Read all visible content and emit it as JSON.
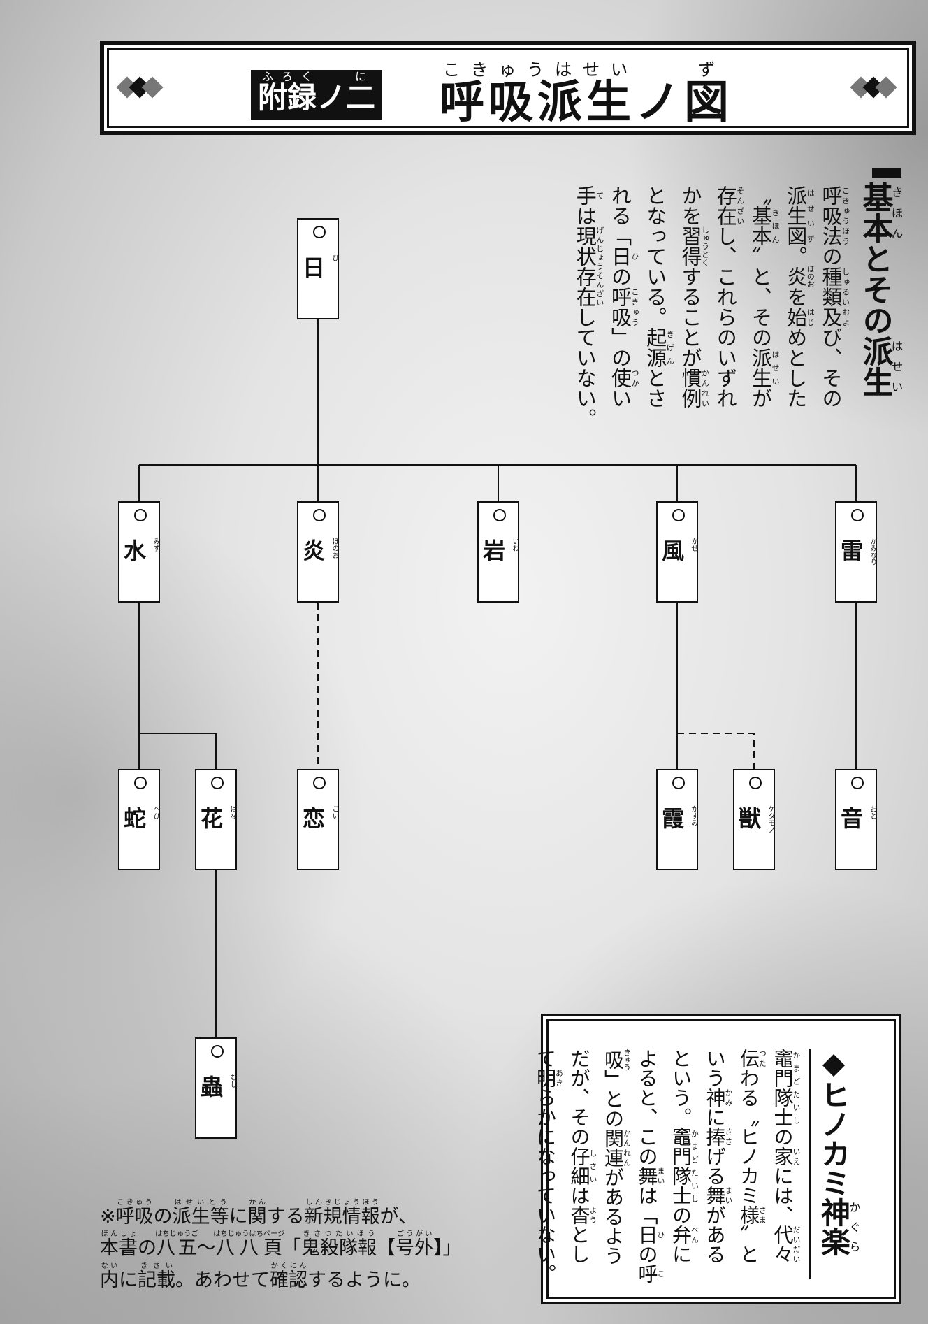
{
  "title": {
    "subtitle": "附録{ふろく}ノ二{に}",
    "main": "呼吸派生{こきゅうはせい}ノ図{ず}"
  },
  "section1": {
    "heading": "基本{きほん}とその派生{はせい}",
    "lines": [
      "呼吸法{こきゅうほう}の種類及{しゅるいおよ}び、その",
      "派生図{はせいず}。炎{ほのお}を始{はじ}めとした",
      "〝基本{きほん}〟と、その派生{はせい}が",
      "存在{そんざい}し、これらのいずれ",
      "かを習得{しゅうとく}することが慣例{かんれい}",
      "となっている。起源{きげん}とさ",
      "れる「日{ひ}の呼吸{こきゅう}」の使{つか}い",
      "手{て}は現状存在{げんじょうそんざい}していない。"
    ]
  },
  "section2": {
    "heading": "◆ヒノカミ神楽{かぐら}",
    "lines": [
      "竈門隊士{かまどたいし}の家{いえ}には、代々{だいだい}",
      "伝{つた}わる〝ヒノカミ様{さま}〟と",
      "いう神{かみ}に捧{ささ}げる舞{まい}がある",
      "という。竈門隊士{かまどたいし}の弁{べん}に",
      "よると、この舞{まい}は「日{ひ}の呼{こ}",
      "吸{きゅう}」との関連{かんれん}があるよう",
      "だが、その仔細{しさい}は杳{よう}とし",
      "て明{あき}らかになっていない。"
    ]
  },
  "footnote": {
    "lines": [
      "※呼吸{こきゅう}の派生等{はせいとう}に関{かん}する新規情報{しんきじょうほう}が、",
      "本書{ほんしょ}の八五{はちじゅうご}〜八八頁{はちじゅうはちページ}「鬼殺隊報{きさつたいほう}【号外{ごうがい}】」",
      "内{ない}に記載{きさい}。あわせて確認{かくにん}するように。"
    ]
  },
  "tree": {
    "sun": {
      "kanji": "日",
      "furigana": "ひ"
    },
    "water": {
      "kanji": "水",
      "furigana": "みず"
    },
    "flame": {
      "kanji": "炎",
      "furigana": "ほのお"
    },
    "stone": {
      "kanji": "岩",
      "furigana": "いわ"
    },
    "wind": {
      "kanji": "風",
      "furigana": "かぜ"
    },
    "thunder": {
      "kanji": "雷",
      "furigana": "かみなり"
    },
    "serpent": {
      "kanji": "蛇",
      "furigana": "へび"
    },
    "flower": {
      "kanji": "花",
      "furigana": "はな"
    },
    "love": {
      "kanji": "恋",
      "furigana": "こい"
    },
    "mist": {
      "kanji": "霞",
      "furigana": "かすみ"
    },
    "beast": {
      "kanji": "獣",
      "furigana": "ケダモノ"
    },
    "sound": {
      "kanji": "音",
      "furigana": "おと"
    },
    "insect": {
      "kanji": "蟲",
      "furigana": "むし"
    }
  }
}
